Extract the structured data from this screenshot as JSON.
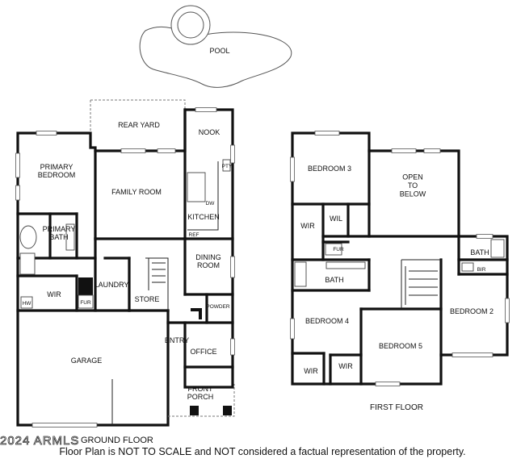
{
  "outdoor": {
    "pool": "POOL",
    "rear_yard": "REAR YARD",
    "front_porch": "FRONT\nPORCH"
  },
  "ground_floor": {
    "rooms": {
      "nook": "NOOK",
      "primary_bedroom": "PRIMARY\nBEDROOM",
      "family_room": "FAMILY ROOM",
      "kitchen": "KITCHEN",
      "dw": "DW",
      "ref": "REF",
      "pty": "PTY",
      "primary_bath": "PRIMARY\nBATH",
      "wir": "WIR",
      "hw": "HW",
      "fur": "FUR",
      "laundry": "LAUNDRY",
      "store": "STORE",
      "dining_room": "DINING\nROOM",
      "powder": "POWDER",
      "garage": "GARAGE",
      "entry": "ENTRY",
      "office": "OFFICE"
    },
    "title": "GROUND FLOOR"
  },
  "first_floor": {
    "rooms": {
      "bedroom3": "BEDROOM 3",
      "open_to_below": "OPEN\nTO\nBELOW",
      "wir_b3": "WIR",
      "wil": "WIL",
      "fur": "FUR",
      "bath_hall": "BATH",
      "bath_b2": "BATH",
      "bir": "BIR",
      "bedroom2": "BEDROOM 2",
      "bedroom4": "BEDROOM 4",
      "bedroom5": "BEDROOM 5",
      "wir_b4": "WIR",
      "wir_b5": "WIR"
    },
    "title": "FIRST FLOOR"
  },
  "footer": {
    "brand": "2024 ARMLS",
    "disclaimer": "Floor Plan is NOT TO SCALE and NOT considered a factual representation of the property."
  }
}
